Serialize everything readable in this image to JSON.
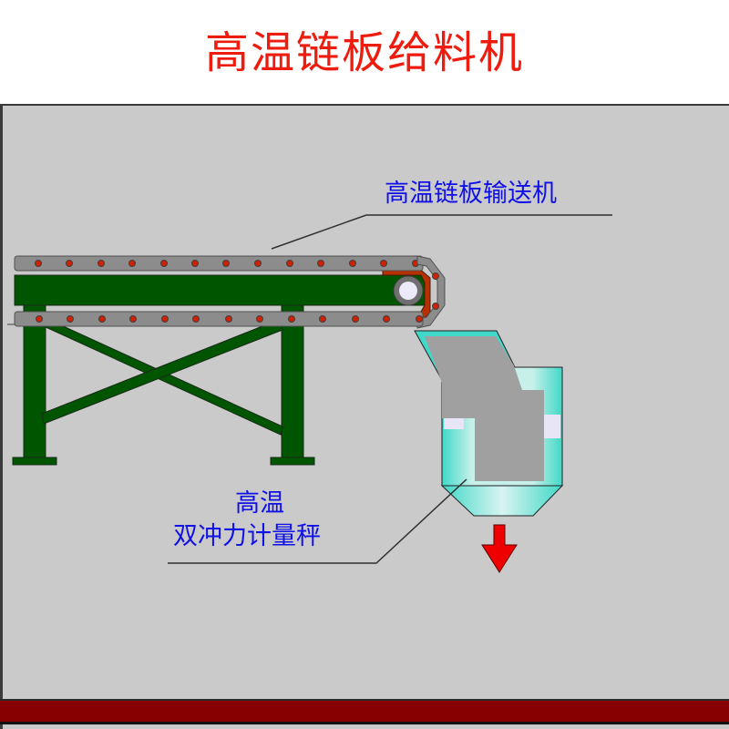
{
  "title": "高温链板给料机",
  "labels": {
    "conveyor": "高温链板输送机",
    "scale_line1": "高温",
    "scale_line2": "双冲力计量秤"
  },
  "colors": {
    "title": "#ee1c0e",
    "label": "#1010e8",
    "background_panel": "#cacaca",
    "frame_green": "#005500",
    "chain_gray": "#8c8c8c",
    "chain_pin": "#d02000",
    "sprocket_bracket": "#b83000",
    "hopper_cyan": "#40d8c8",
    "material_gray": "#a0a0a0",
    "discharge_arrow": "#ee0000",
    "footer_bar": "#870000"
  },
  "components": {
    "conveyor": {
      "type": "chain-plate-conveyor",
      "icon": "conveyor-icon"
    },
    "scale": {
      "type": "impact-flow-scale",
      "icon": "hopper-icon"
    },
    "arrow": {
      "direction": "down",
      "icon": "arrow-down-icon"
    }
  }
}
